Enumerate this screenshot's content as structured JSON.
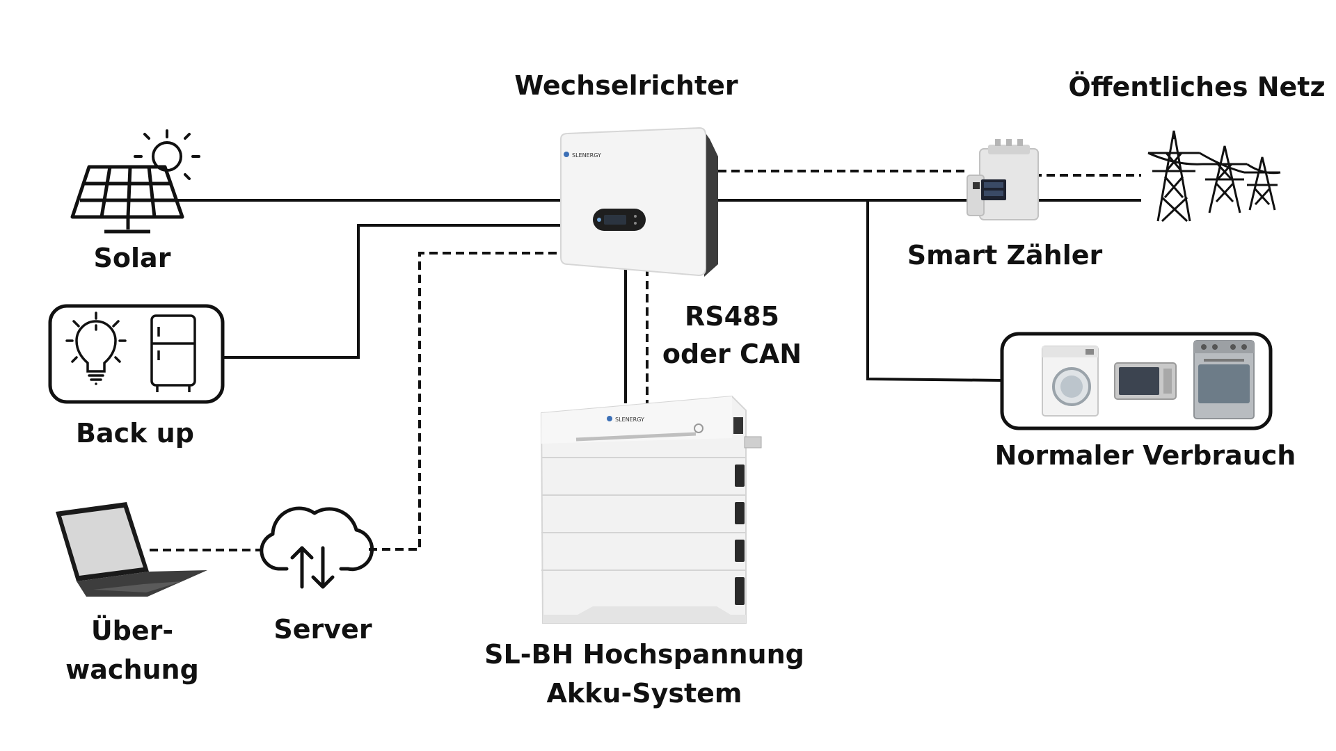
{
  "labels": {
    "solar": "Solar",
    "inverter": "Wechselrichter",
    "grid": "Öffentliches Netz",
    "smart_meter": "Smart Zähler",
    "backup": "Back up",
    "comm_line1": "RS485",
    "comm_line2": "oder CAN",
    "consumption": "Normaler Verbrauch",
    "monitoring_line1": "Über-",
    "monitoring_line2": "wachung",
    "server": "Server",
    "battery_line1": "SL-BH Hochspannung",
    "battery_line2": "Akku-System"
  },
  "brand": {
    "inverter_logo": "SLENERGY",
    "battery_logo": "SLENERGY"
  },
  "icons": {
    "solar": "solar-panel-icon",
    "sun": "sun-icon",
    "lightbulb": "lightbulb-icon",
    "fridge": "fridge-icon",
    "laptop": "laptop-icon",
    "cloud": "cloud-sync-icon",
    "pylon": "power-pylon-icon",
    "washer": "washing-machine-icon",
    "microwave": "microwave-icon",
    "oven": "oven-icon"
  },
  "colors": {
    "line": "#111111",
    "device_body": "#f2f2f2",
    "device_side": "#3a3a3a"
  }
}
